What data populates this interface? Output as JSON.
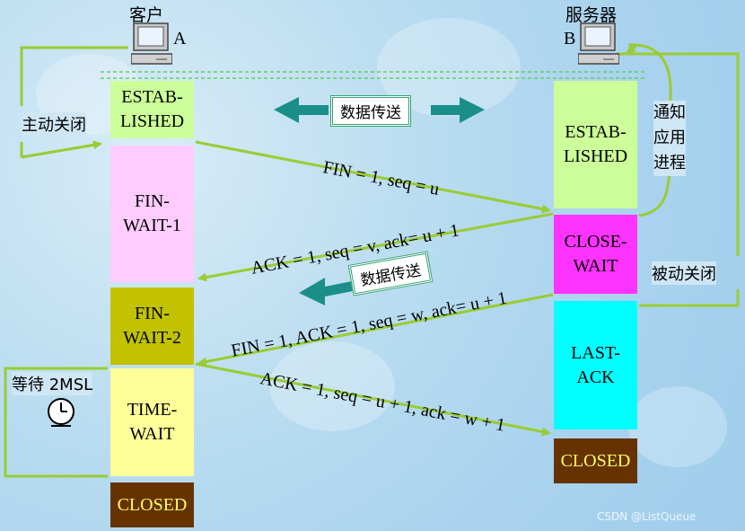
{
  "client": {
    "title": "客户",
    "tag": "A"
  },
  "server": {
    "title": "服务器",
    "tag": "B"
  },
  "client_states": [
    "ESTAB-\nLISHED",
    "FIN-\nWAIT-1",
    "FIN-\nWAIT-2",
    "TIME-\nWAIT",
    "CLOSED"
  ],
  "server_states": [
    "ESTAB-\nLISHED",
    "CLOSE-\nWAIT",
    "LAST-\nACK",
    "CLOSED"
  ],
  "side_labels": {
    "active_close": "主动关闭",
    "notify_app": "通知\n应用\n进程",
    "passive_close": "被动关闭",
    "wait_2msl": "等待 2MSL"
  },
  "transfer_labels": [
    "数据传送",
    "数据传送"
  ],
  "messages": [
    "FIN = 1, seq = u",
    "ACK = 1, seq = v, ack= u + 1",
    "FIN = 1, ACK = 1, seq = w, ack= u + 1",
    "ACK = 1, seq = u + 1, ack = w + 1"
  ],
  "watermark": "CSDN @ListQueue",
  "colors": {
    "established": "#ccff99",
    "fin_wait1": "#ffccff",
    "fin_wait2": "#c2c200",
    "time_wait": "#ffff99",
    "closed": "#663300",
    "close_wait": "#ff33ff",
    "last_ack": "#00ffff",
    "arrow": "#99cc33",
    "transfer_arrow": "#1a8f8a"
  }
}
